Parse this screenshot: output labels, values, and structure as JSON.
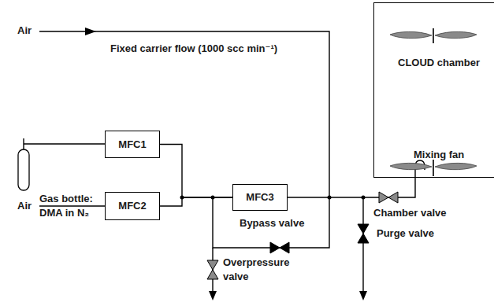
{
  "diagram": {
    "nodes": [
      {
        "text": [
          "MFC1"
        ]
      },
      {
        "text": [
          "MFC2"
        ]
      },
      {
        "text": [
          "MFC3"
        ]
      },
      {
        "text": [
          "CLOUD chamber",
          "Mixing fan"
        ]
      }
    ],
    "edges": [
      {
        "from": 0,
        "to": 2,
        "arrow": "none"
      },
      {
        "from": 1,
        "to": 2,
        "arrow": "none"
      },
      {
        "from": 2,
        "to": 3,
        "arrow": "none"
      }
    ],
    "labels": [
      "Air",
      "Fixed carrier flow (1000 scc min⁻¹)",
      "Gas bottle: DMA in N₂",
      "Air",
      "Bypass valve",
      "Overpressure valve",
      "Chamber valve",
      "Purge valve"
    ]
  }
}
